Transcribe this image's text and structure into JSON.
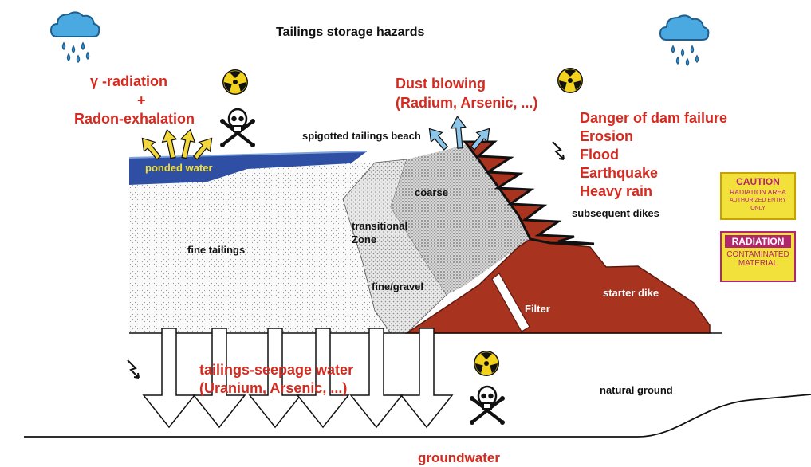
{
  "title": "Tailings storage hazards",
  "left_hazard": {
    "line1": "γ -radiation",
    "line2": "+",
    "line3": "Radon-exhalation"
  },
  "dust": {
    "line1": "Dust blowing",
    "line2": "(Radium, Arsenic, ...)"
  },
  "dam_hazards": [
    "Danger of dam failure",
    "Erosion",
    "Flood",
    "Earthquake",
    "Heavy rain"
  ],
  "labels": {
    "ponded_water": "ponded water",
    "beach": "spigotted tailings beach",
    "coarse": "coarse",
    "transitional": [
      "transitional",
      "Zone"
    ],
    "fine_tailings": "fine tailings",
    "fine_gravel": "fine/gravel",
    "subsequent_dikes": "subsequent dikes",
    "filter": "Filter",
    "starter_dike": "starter dike",
    "natural_ground": "natural ground",
    "groundwater": "groundwater"
  },
  "seepage": {
    "line1": "tailings-seepage water",
    "line2": "(Uranium, Arsenic, ...)"
  },
  "signs": {
    "caution": {
      "title": "CAUTION",
      "line1": "RADIATION AREA",
      "line2": "AUTHORIZED ENTRY",
      "line3": "ONLY"
    },
    "radiation": {
      "title": "RADIATION",
      "line1": "CONTAMINATED",
      "line2": "MATERIAL"
    }
  },
  "colors": {
    "hazard_text": "#d42a20",
    "water": "#2e4fa3",
    "dike": "#a8331f",
    "arrow_up": "#f2d83a",
    "arrow_blue": "#8cc6ea"
  },
  "icons": [
    "rain-cloud-icon",
    "radiation-icon",
    "skull-crossbones-icon",
    "lightning-icon"
  ]
}
